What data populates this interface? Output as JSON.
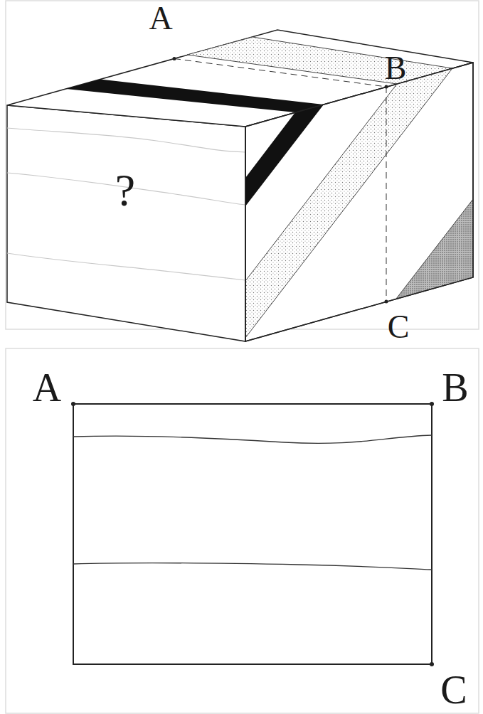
{
  "diagram": {
    "labels": [
      "A",
      "B",
      "C",
      "?",
      "A",
      "B",
      "C"
    ]
  }
}
